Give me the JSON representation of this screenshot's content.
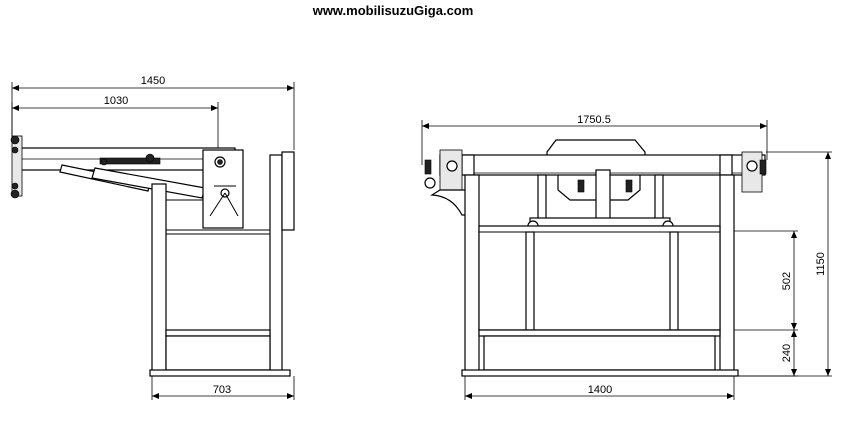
{
  "header": {
    "website": "www.mobilisuzuGiga.com"
  },
  "side_view": {
    "dim_total_length": "1450",
    "dim_arm_length": "1030",
    "dim_frame_depth": "703"
  },
  "front_view": {
    "dim_top_width": "1750.5",
    "dim_base_width": "1400",
    "dim_total_height": "1150",
    "dim_upper_height": "502",
    "dim_lower_height": "240"
  }
}
